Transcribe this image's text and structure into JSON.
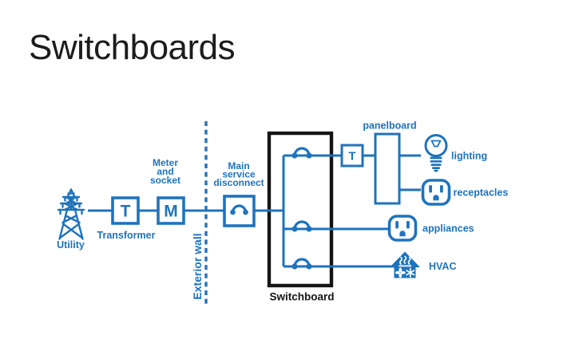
{
  "title": "Switchboards",
  "colors": {
    "blue": "#1e73be",
    "ink": "#1c1c1c"
  },
  "diagram": {
    "utility_label": "Utility",
    "transformer_symbol": "T",
    "transformer_label": "Transformer",
    "meter_symbol": "M",
    "meter_label": [
      "Meter",
      "and",
      "socket"
    ],
    "exterior_wall_label": "Exterior wall",
    "disconnect_label": [
      "Main",
      "service",
      "disconnect"
    ],
    "switchboard_label": "Switchboard",
    "panel_transformer_symbol": "T",
    "panelboard_label": "panelboard",
    "loads": {
      "lighting": "lighting",
      "receptacles": "receptacles",
      "appliances": "appliances",
      "hvac": "HVAC"
    }
  }
}
